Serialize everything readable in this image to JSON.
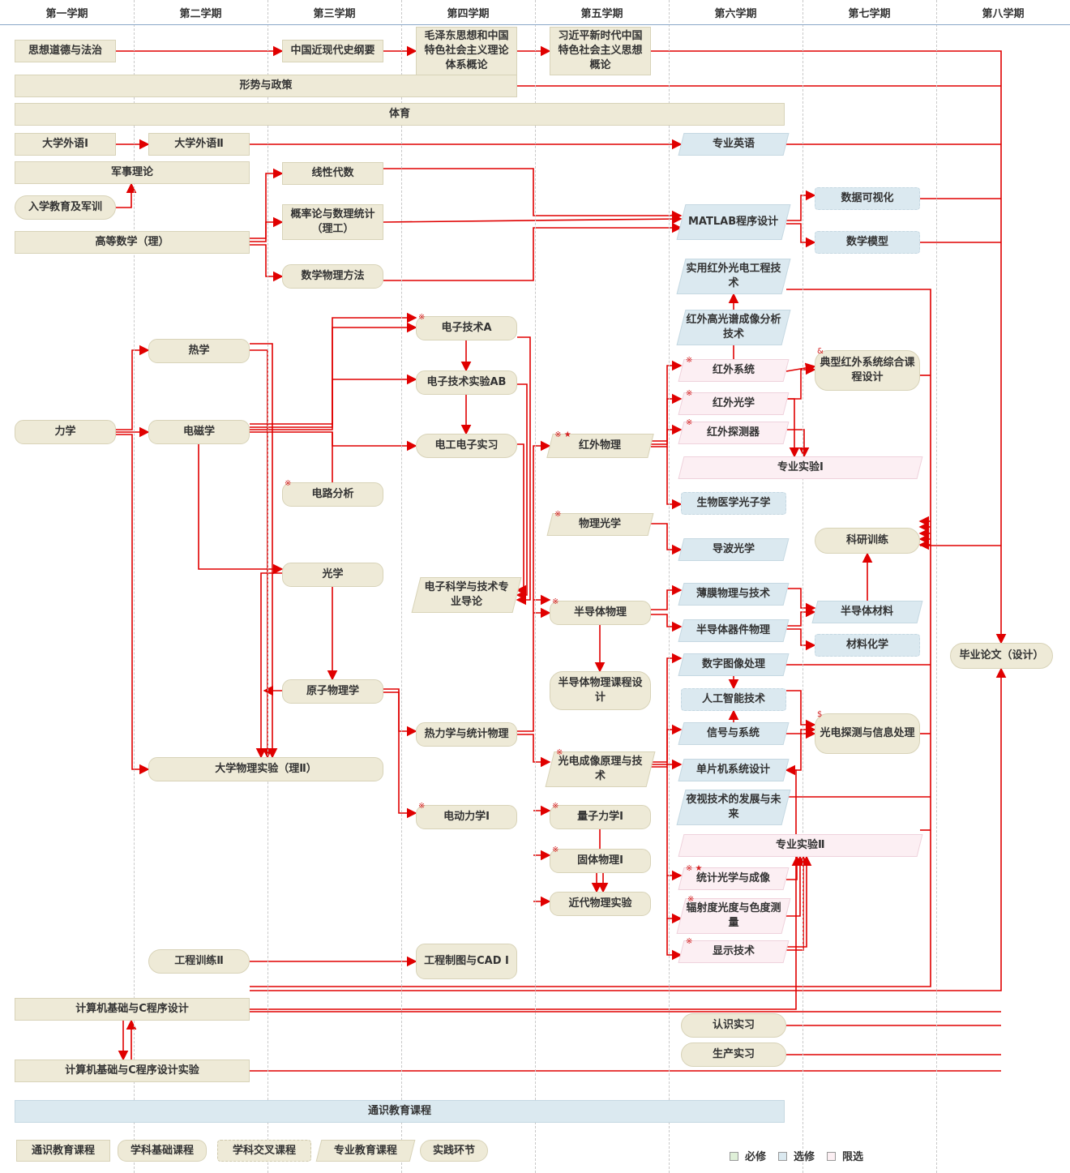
{
  "semesters": [
    "第一学期",
    "第二学期",
    "第三学期",
    "第四学期",
    "第五学期",
    "第六学期",
    "第七学期",
    "第八学期"
  ],
  "colors": {
    "line": "#e00000",
    "course": "#eeead7",
    "optional": "#dbe9f0",
    "limited": "#fceff3"
  },
  "courses": [
    {
      "id": "sixiang",
      "label": "思想道德与法治",
      "kind": "gen"
    },
    {
      "id": "jindai",
      "label": "中国近现代史纲要",
      "kind": "gen"
    },
    {
      "id": "maogai",
      "label": "毛泽东思想和中国特色社会主义理论体系概论",
      "kind": "gen"
    },
    {
      "id": "xigai",
      "label": "习近平新时代中国特色社会主义思想概论",
      "kind": "gen"
    },
    {
      "id": "xingshi",
      "label": "形势与政策",
      "kind": "gen"
    },
    {
      "id": "tiyu",
      "label": "体育",
      "kind": "gen"
    },
    {
      "id": "waiyu1",
      "label": "大学外语Ⅰ",
      "kind": "gen"
    },
    {
      "id": "waiyu2",
      "label": "大学外语Ⅱ",
      "kind": "gen"
    },
    {
      "id": "zhuanye_en",
      "label": "专业英语",
      "kind": "major",
      "cat": "opt"
    },
    {
      "id": "junshi",
      "label": "军事理论",
      "kind": "gen"
    },
    {
      "id": "ruxue",
      "label": "入学教育及军训",
      "kind": "prac"
    },
    {
      "id": "gaoshu",
      "label": "高等数学（理）",
      "kind": "gen"
    },
    {
      "id": "xiandai",
      "label": "线性代数",
      "kind": "gen"
    },
    {
      "id": "gailv",
      "label": "概率论与数理统计（理工）",
      "kind": "gen"
    },
    {
      "id": "shuwu",
      "label": "数学物理方法",
      "kind": "basic"
    },
    {
      "id": "matlab",
      "label": "MATLAB程序设计",
      "kind": "major",
      "cat": "opt"
    },
    {
      "id": "keshihua",
      "label": "数据可视化",
      "kind": "cross",
      "cat": "opt"
    },
    {
      "id": "shumo",
      "label": "数学模型",
      "kind": "cross",
      "cat": "opt"
    },
    {
      "id": "shiyong",
      "label": "实用红外光电工程技术",
      "kind": "major",
      "cat": "opt"
    },
    {
      "id": "gaoguangpu",
      "label": "红外高光谱成像分析技术",
      "kind": "major",
      "cat": "opt"
    },
    {
      "id": "dianziA",
      "label": "电子技术A",
      "kind": "basic",
      "mark": "※"
    },
    {
      "id": "rexue",
      "label": "热学",
      "kind": "basic"
    },
    {
      "id": "hwxitong",
      "label": "红外系统",
      "kind": "major",
      "cat": "lim",
      "mark": "※"
    },
    {
      "id": "dianxing",
      "label": "典型红外系统综合课程设计",
      "kind": "prac",
      "mark": "&"
    },
    {
      "id": "dzsy",
      "label": "电子技术实验AB",
      "kind": "basic"
    },
    {
      "id": "hwguangxue",
      "label": "红外光学",
      "kind": "major",
      "cat": "lim",
      "mark": "※"
    },
    {
      "id": "lixue",
      "label": "力学",
      "kind": "basic"
    },
    {
      "id": "dianci",
      "label": "电磁学",
      "kind": "basic"
    },
    {
      "id": "hwtance",
      "label": "红外探测器",
      "kind": "major",
      "cat": "lim",
      "mark": "※"
    },
    {
      "id": "dgsx",
      "label": "电工电子实习",
      "kind": "prac"
    },
    {
      "id": "hwwuli",
      "label": "红外物理",
      "kind": "major",
      "mark": "※ ★"
    },
    {
      "id": "zysy1",
      "label": "专业实验Ⅰ",
      "kind": "major",
      "cat": "lim"
    },
    {
      "id": "dianlu",
      "label": "电路分析",
      "kind": "basic",
      "mark": "※"
    },
    {
      "id": "shengwu",
      "label": "生物医学光子学",
      "kind": "cross",
      "cat": "opt"
    },
    {
      "id": "wuliguang",
      "label": "物理光学",
      "kind": "major",
      "mark": "※"
    },
    {
      "id": "keyan",
      "label": "科研训练",
      "kind": "prac"
    },
    {
      "id": "daobo",
      "label": "导波光学",
      "kind": "major",
      "cat": "opt"
    },
    {
      "id": "guangxue",
      "label": "光学",
      "kind": "basic"
    },
    {
      "id": "daolun",
      "label": "电子科学与技术专业导论",
      "kind": "major"
    },
    {
      "id": "bomo",
      "label": "薄膜物理与技术",
      "kind": "major",
      "cat": "opt"
    },
    {
      "id": "bdtwuli",
      "label": "半导体物理",
      "kind": "basic",
      "mark": "※"
    },
    {
      "id": "bdtcailiao",
      "label": "半导体材料",
      "kind": "major",
      "cat": "opt"
    },
    {
      "id": "bdtqijian",
      "label": "半导体器件物理",
      "kind": "major",
      "cat": "opt"
    },
    {
      "id": "cailiaohua",
      "label": "材料化学",
      "kind": "cross",
      "cat": "opt"
    },
    {
      "id": "biye",
      "label": "毕业论文（设计）",
      "kind": "prac"
    },
    {
      "id": "shuzi",
      "label": "数字图像处理",
      "kind": "major",
      "cat": "opt"
    },
    {
      "id": "bdtkc",
      "label": "半导体物理课程设计",
      "kind": "prac"
    },
    {
      "id": "yuanzi",
      "label": "原子物理学",
      "kind": "basic"
    },
    {
      "id": "ai",
      "label": "人工智能技术",
      "kind": "cross",
      "cat": "opt"
    },
    {
      "id": "reli",
      "label": "热力学与统计物理",
      "kind": "basic"
    },
    {
      "id": "xinhao",
      "label": "信号与系统",
      "kind": "major",
      "cat": "opt"
    },
    {
      "id": "guangdian",
      "label": "光电探测与信息处理",
      "kind": "prac",
      "mark": "$"
    },
    {
      "id": "dwsy",
      "label": "大学物理实验（理Ⅱ）",
      "kind": "basic"
    },
    {
      "id": "chengxiang",
      "label": "光电成像原理与技术",
      "kind": "major",
      "mark": "※"
    },
    {
      "id": "danpian",
      "label": "单片机系统设计",
      "kind": "major",
      "cat": "opt"
    },
    {
      "id": "yeshi",
      "label": "夜视技术的发展与未来",
      "kind": "major",
      "cat": "opt"
    },
    {
      "id": "dianli",
      "label": "电动力学Ⅰ",
      "kind": "basic",
      "mark": "※"
    },
    {
      "id": "liangzi",
      "label": "量子力学Ⅰ",
      "kind": "basic",
      "mark": "※"
    },
    {
      "id": "zysy2",
      "label": "专业实验Ⅱ",
      "kind": "major",
      "cat": "lim"
    },
    {
      "id": "guti",
      "label": "固体物理Ⅰ",
      "kind": "basic",
      "mark": "※"
    },
    {
      "id": "tongji",
      "label": "统计光学与成像",
      "kind": "major",
      "cat": "lim",
      "mark": "※ ★"
    },
    {
      "id": "jindaisy",
      "label": "近代物理实验",
      "kind": "basic"
    },
    {
      "id": "fushe",
      "label": "辐射度光度与色度测量",
      "kind": "major",
      "cat": "lim",
      "mark": "※"
    },
    {
      "id": "xianshi",
      "label": "显示技术",
      "kind": "major",
      "cat": "lim",
      "mark": "※"
    },
    {
      "id": "gcxl",
      "label": "工程训练Ⅱ",
      "kind": "prac"
    },
    {
      "id": "zhitu",
      "label": "工程制图与CAD Ⅰ",
      "kind": "basic"
    },
    {
      "id": "jsj",
      "label": "计算机基础与C程序设计",
      "kind": "gen"
    },
    {
      "id": "renshi",
      "label": "认识实习",
      "kind": "prac"
    },
    {
      "id": "shengchan",
      "label": "生产实习",
      "kind": "prac"
    },
    {
      "id": "jsjsy",
      "label": "计算机基础与C程序设计实验",
      "kind": "gen"
    },
    {
      "id": "tongshi",
      "label": "通识教育课程",
      "kind": "gen",
      "cat": "opt"
    }
  ],
  "legend": {
    "types": [
      {
        "label": "通识教育课程",
        "kind": "gen"
      },
      {
        "label": "学科基础课程",
        "kind": "basic"
      },
      {
        "label": "学科交叉课程",
        "kind": "cross"
      },
      {
        "label": "专业教育课程",
        "kind": "major"
      },
      {
        "label": "实践环节",
        "kind": "prac"
      }
    ],
    "status": [
      {
        "label": "必修",
        "color": "#dff0d8"
      },
      {
        "label": "选修",
        "color": "#dbe9f0"
      },
      {
        "label": "限选",
        "color": "#fceff3"
      }
    ]
  }
}
